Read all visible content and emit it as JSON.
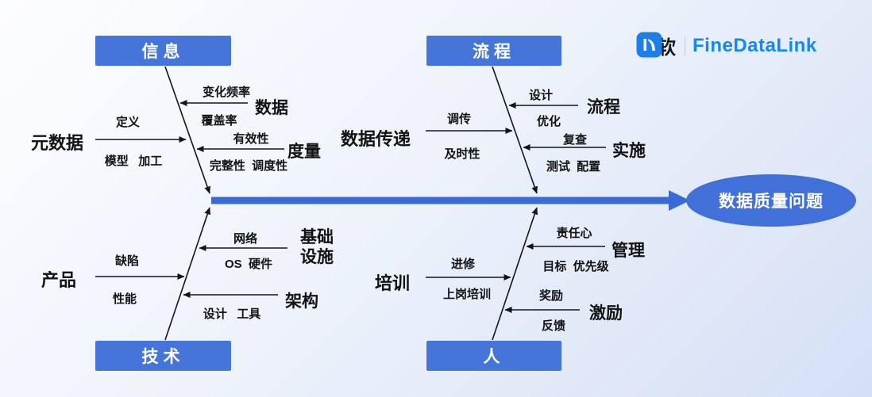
{
  "header": {
    "brand": "帆软",
    "product": "FineDataLink"
  },
  "effect": "数据质量问题",
  "branches": {
    "info": {
      "title": "信息",
      "causes": [
        {
          "name": "元数据",
          "above": "定义",
          "below": "模型   加工"
        },
        {
          "name": "数据",
          "above": "变化频率",
          "below": "覆盖率"
        },
        {
          "name": "度量",
          "above": "有效性",
          "below": "完整性  调度性"
        }
      ]
    },
    "process": {
      "title": "流程",
      "causes": [
        {
          "name": "数据传递",
          "above": "调传",
          "below": "及时性"
        },
        {
          "name": "流程",
          "above": "设计",
          "below": "优化"
        },
        {
          "name": "实施",
          "above": "复查",
          "below": "测试  配置"
        }
      ]
    },
    "tech": {
      "title": "技术",
      "causes": [
        {
          "name": "产品",
          "above": "缺陷",
          "below": "性能"
        },
        {
          "name": "基础设施",
          "above": "网络",
          "below": "OS  硬件"
        },
        {
          "name": "架构",
          "above": "",
          "below": "设计   工具"
        }
      ]
    },
    "people": {
      "title": "人",
      "causes": [
        {
          "name": "培训",
          "above": "进修",
          "below": "上岗培训"
        },
        {
          "name": "管理",
          "above": "责任心",
          "below": "目标  优先级"
        },
        {
          "name": "激励",
          "above": "奖励",
          "below": "反馈"
        }
      ]
    }
  }
}
